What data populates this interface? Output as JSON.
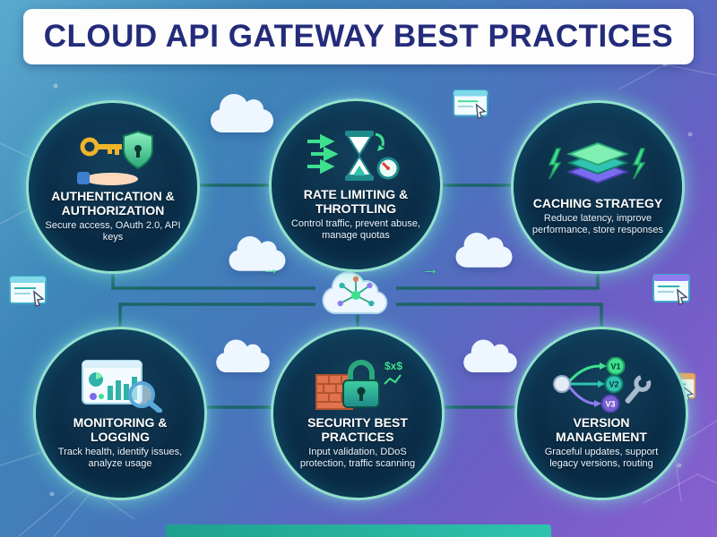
{
  "title": "CLOUD API GATEWAY BEST PRACTICES",
  "hub": {
    "icon": "cloud-network-hub-icon"
  },
  "nodes": [
    {
      "id": "authentication",
      "title": "AUTHENTICATION & AUTHORIZATION",
      "description": "Secure access, OAuth 2.0, API keys",
      "icon": "key-shield-hand-icon"
    },
    {
      "id": "rate-limiting",
      "title": "RATE LIMITING & THROTTLING",
      "description": "Control traffic, prevent abuse, manage quotas",
      "icon": "hourglass-gauge-icon"
    },
    {
      "id": "caching",
      "title": "CACHING STRATEGY",
      "description": "Reduce latency, improve performance, store responses",
      "icon": "layer-stack-lightning-icon"
    },
    {
      "id": "monitoring",
      "title": "MONITORING & LOGGING",
      "description": "Track health, identify issues, analyze usage",
      "icon": "dashboard-magnifier-icon"
    },
    {
      "id": "security",
      "title": "SECURITY BEST PRACTICES",
      "description": "Input validation, DDoS protection, traffic scanning",
      "icon": "padlock-brick-wall-icon"
    },
    {
      "id": "version",
      "title": "VERSION MANAGEMENT",
      "description": "Graceful updates, support legacy versions, routing",
      "icon": "version-branches-wrench-icon"
    }
  ],
  "version_labels": [
    "V1",
    "V2",
    "V3"
  ],
  "badges": {
    "security_tag": "$x$"
  },
  "colors": {
    "background_blue": "#3d85b8",
    "background_purple": "#8a5fd0",
    "banner": "#fdfdfe",
    "title_text": "#242b7a",
    "circle_fill": "#0a2a44",
    "circle_glow": "#8cf5d2",
    "node_title": "#ffffff",
    "node_description": "#eaf5ff",
    "connector": "#17635f",
    "accent_green": "#3fe08f",
    "accent_teal": "#2fc3b0",
    "accent_purple": "#7a6cf0",
    "footer_bar": "#2dc3ae"
  }
}
